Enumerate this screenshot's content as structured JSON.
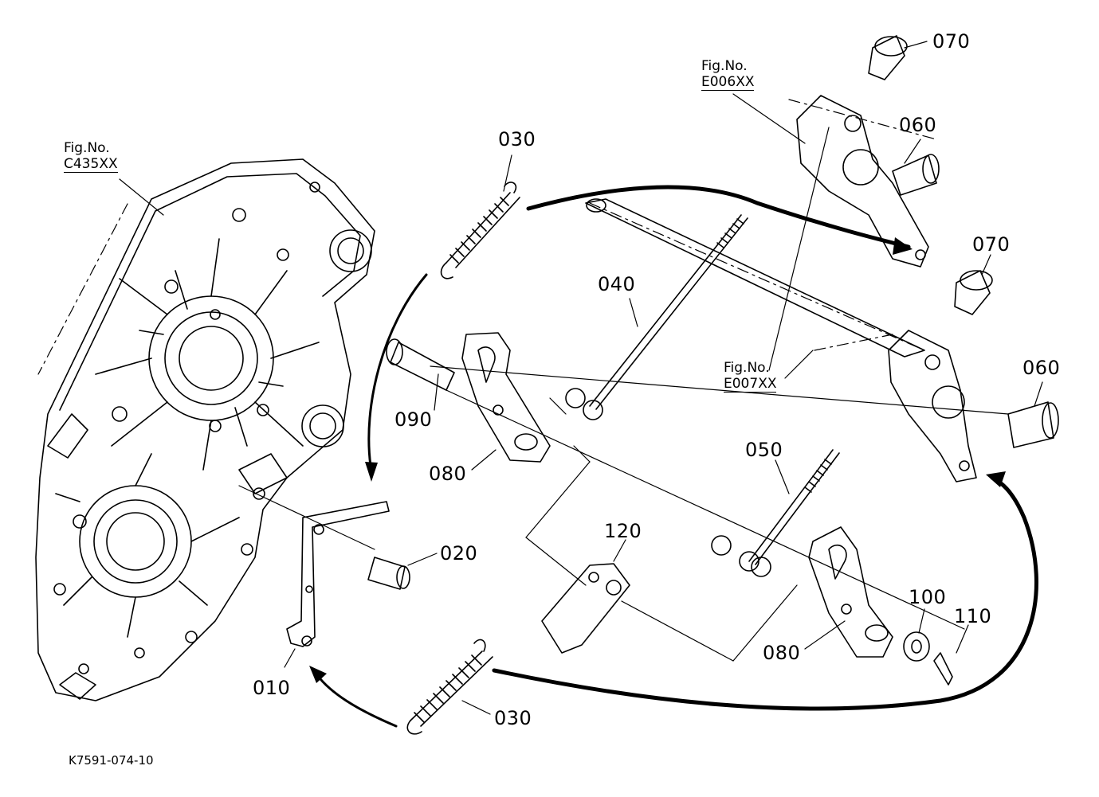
{
  "drawing_code": "K7591-074-10",
  "fig_refs": [
    {
      "prefix": "Fig.No.",
      "code": "C435XX"
    },
    {
      "prefix": "Fig.No.",
      "code": "E006XX"
    },
    {
      "prefix": "Fig.No.",
      "code": "E007XX"
    }
  ],
  "parts": [
    {
      "number": "010"
    },
    {
      "number": "020"
    },
    {
      "number": "030"
    },
    {
      "number": "030"
    },
    {
      "number": "040"
    },
    {
      "number": "050"
    },
    {
      "number": "060"
    },
    {
      "number": "060"
    },
    {
      "number": "070"
    },
    {
      "number": "070"
    },
    {
      "number": "080"
    },
    {
      "number": "080"
    },
    {
      "number": "090"
    },
    {
      "number": "100"
    },
    {
      "number": "110"
    },
    {
      "number": "120"
    }
  ]
}
